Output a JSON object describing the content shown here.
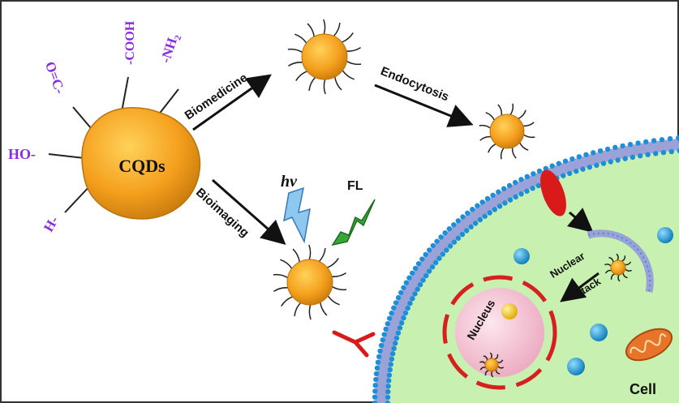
{
  "core": {
    "label": "CQDs"
  },
  "functional_groups": {
    "carbonyl": "O=C-",
    "carboxyl": "-COOH",
    "amine": "-NH",
    "amine_subscript": "2",
    "hydroxyl": "HO-",
    "hydrogen": "H-"
  },
  "pathways": {
    "biomedicine": "Biomedicine",
    "bioimaging": "Bioimaging",
    "endocytosis": "Endocytosis"
  },
  "light": {
    "excitation": "hv",
    "emission": "FL"
  },
  "cell": {
    "label": "Cell",
    "nucleus_label": "Nucleus",
    "nuclear_attack_line1": "Nuclear",
    "nuclear_attack_line2": "attack"
  },
  "colors": {
    "particle": "#f5a01e",
    "group_text": "#8a2be2",
    "cytoplasm": "#c8f0b0",
    "membrane_head": "#1e8ed8",
    "nucleus": "#f6c8d6",
    "nuclear_envelope": "#d62020",
    "channel": "#d81a1a",
    "antibody": "#d81a1a",
    "excitation_bolt": "#8cc8f0",
    "emission_bolt": "#3aa63a",
    "mitochondrion": "#e8742a"
  }
}
